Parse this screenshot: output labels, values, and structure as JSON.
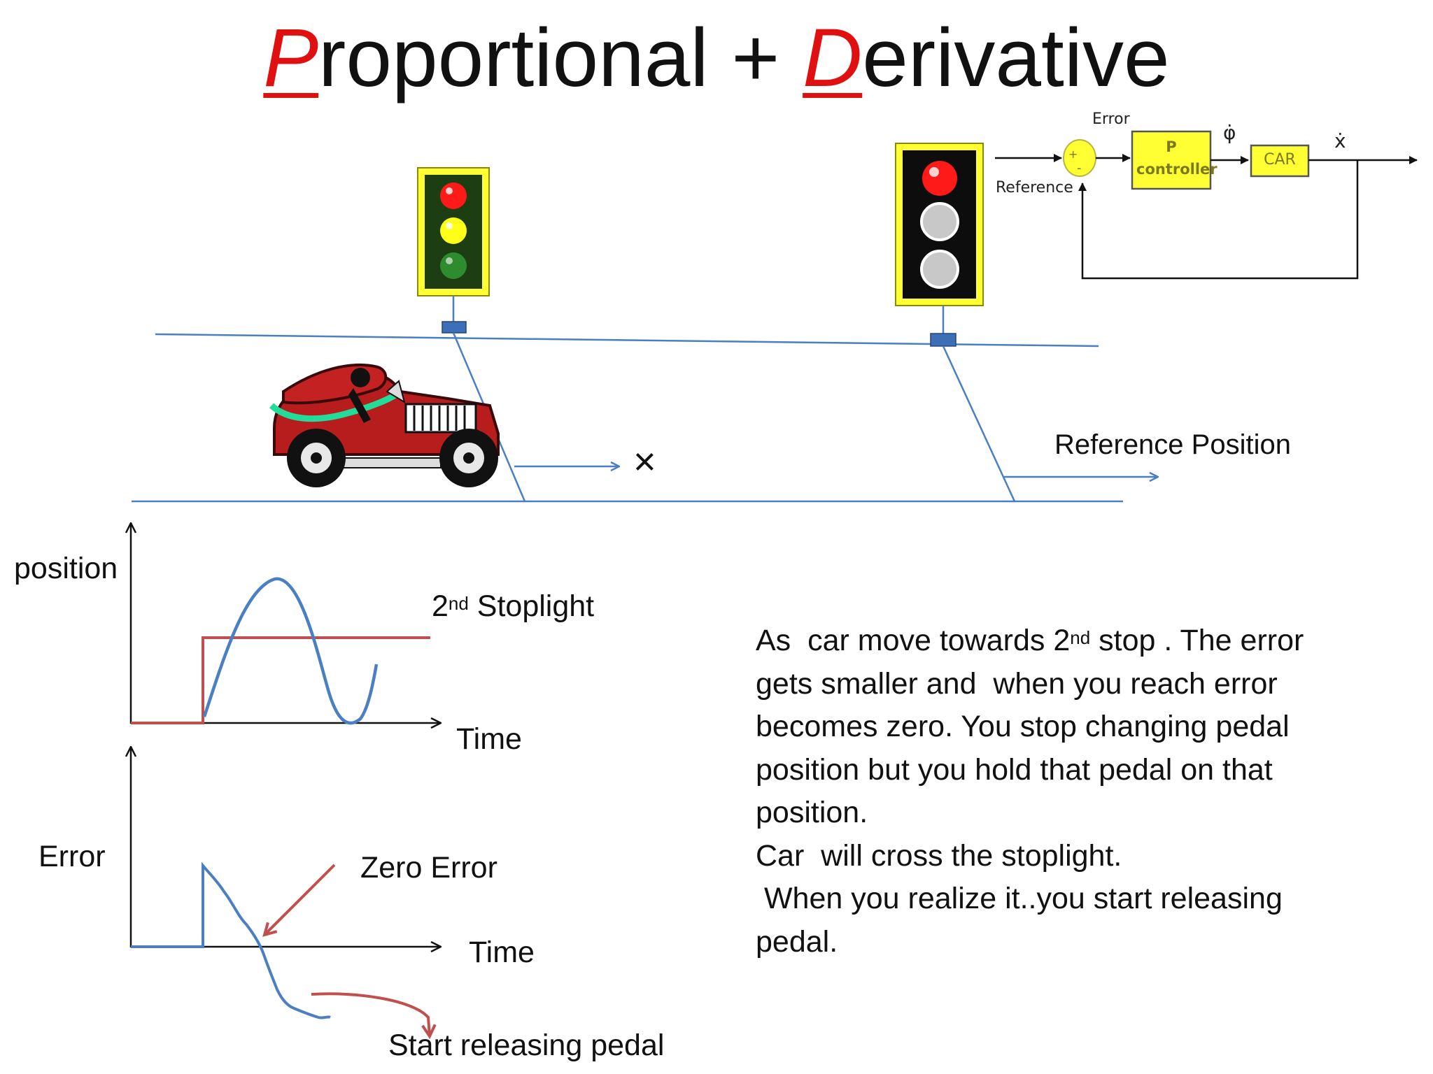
{
  "title": {
    "p_letter": "P",
    "p_rest": "roportional",
    "plus": " + ",
    "d_letter": "D",
    "d_rest": "erivative"
  },
  "colors": {
    "accent_red": "#e01010",
    "line_blue": "#4a7fc1",
    "plot_red": "#c0504d",
    "controller_yellow": "#ffff33",
    "signal_olive": "#7a7a20"
  },
  "block_diagram": {
    "error": "Error",
    "reference": "Reference",
    "controller_line1": "P",
    "controller_line2": "controller",
    "car": "CAR",
    "phi_dot": "φ̇",
    "x_dot": "ẋ",
    "plus_sign": "+",
    "minus_sign": "-"
  },
  "scene": {
    "x_marker": "×",
    "reference_position": "Reference Position",
    "icons": [
      "traffic-light-icon",
      "traffic-light-icon",
      "race-car-icon"
    ]
  },
  "position_plot": {
    "ylabel": "position",
    "series_label_base": "2",
    "series_label_sup": "nd",
    "series_label_rest": " Stoplight",
    "xlabel": "Time"
  },
  "error_plot": {
    "ylabel": "Error",
    "annotation_zero": "Zero Error",
    "xlabel": "Time",
    "annotation_release": "Start releasing pedal"
  },
  "paragraph": {
    "line1_a": "As  car move towards 2",
    "line1_sup": "nd",
    "line1_b": " stop . The error",
    "line2": "gets smaller and  when you reach error",
    "line3": "becomes zero. You stop changing pedal",
    "line4": "position but you hold that pedal on that",
    "line5": "position.",
    "line6": "Car  will cross the stoplight.",
    "line7": " When you realize it..you start releasing",
    "line8": "pedal."
  }
}
